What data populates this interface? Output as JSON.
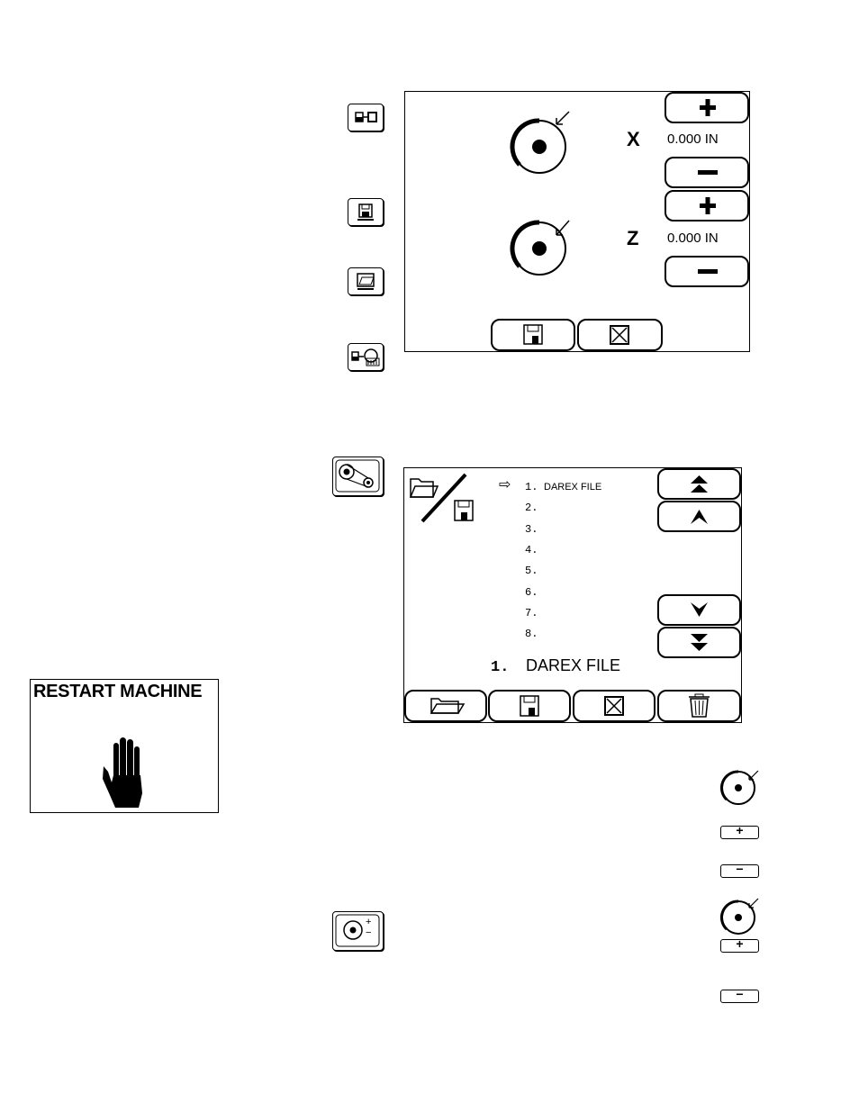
{
  "jog_panel": {
    "x_axis_label": "X",
    "z_axis_label": "Z",
    "x_value": "0.000 IN",
    "z_value": "0.000 IN",
    "plus_symbol": "+",
    "minus_symbol": "−"
  },
  "file_panel": {
    "arrow_symbol": "⇨",
    "items": [
      {
        "num": "1.",
        "name": "DAREX FILE"
      },
      {
        "num": "2.",
        "name": ""
      },
      {
        "num": "3.",
        "name": ""
      },
      {
        "num": "4.",
        "name": ""
      },
      {
        "num": "5.",
        "name": ""
      },
      {
        "num": "6.",
        "name": ""
      },
      {
        "num": "7.",
        "name": ""
      },
      {
        "num": "8.",
        "name": ""
      }
    ],
    "selected_num": "1.",
    "selected_name": "DAREX FILE"
  },
  "restart": {
    "title": "RESTART MACHINE"
  },
  "small_buttons": {
    "plus": "+",
    "minus": "−"
  },
  "offset_icon": {
    "plus": "+",
    "minus": "−"
  }
}
